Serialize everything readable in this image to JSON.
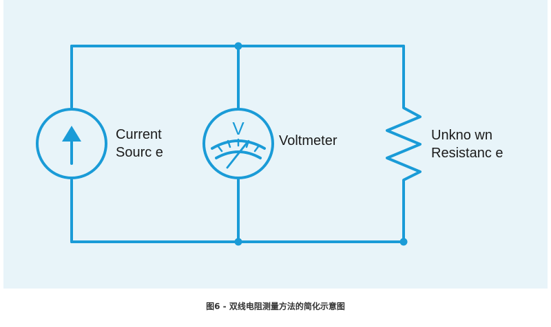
{
  "labels": {
    "current_source": [
      "Current",
      "Sourc e"
    ],
    "voltmeter": "Voltmeter",
    "unknown_resistance": [
      "Unkno wn",
      "Resistanc e"
    ],
    "meter_symbol": "V"
  },
  "caption": "图6 - 双线电阻测量方法的简化示意图",
  "colors": {
    "wire": "#1a9bd7",
    "panel_background": "#e8f4f9",
    "text": "#1a1a1a"
  }
}
